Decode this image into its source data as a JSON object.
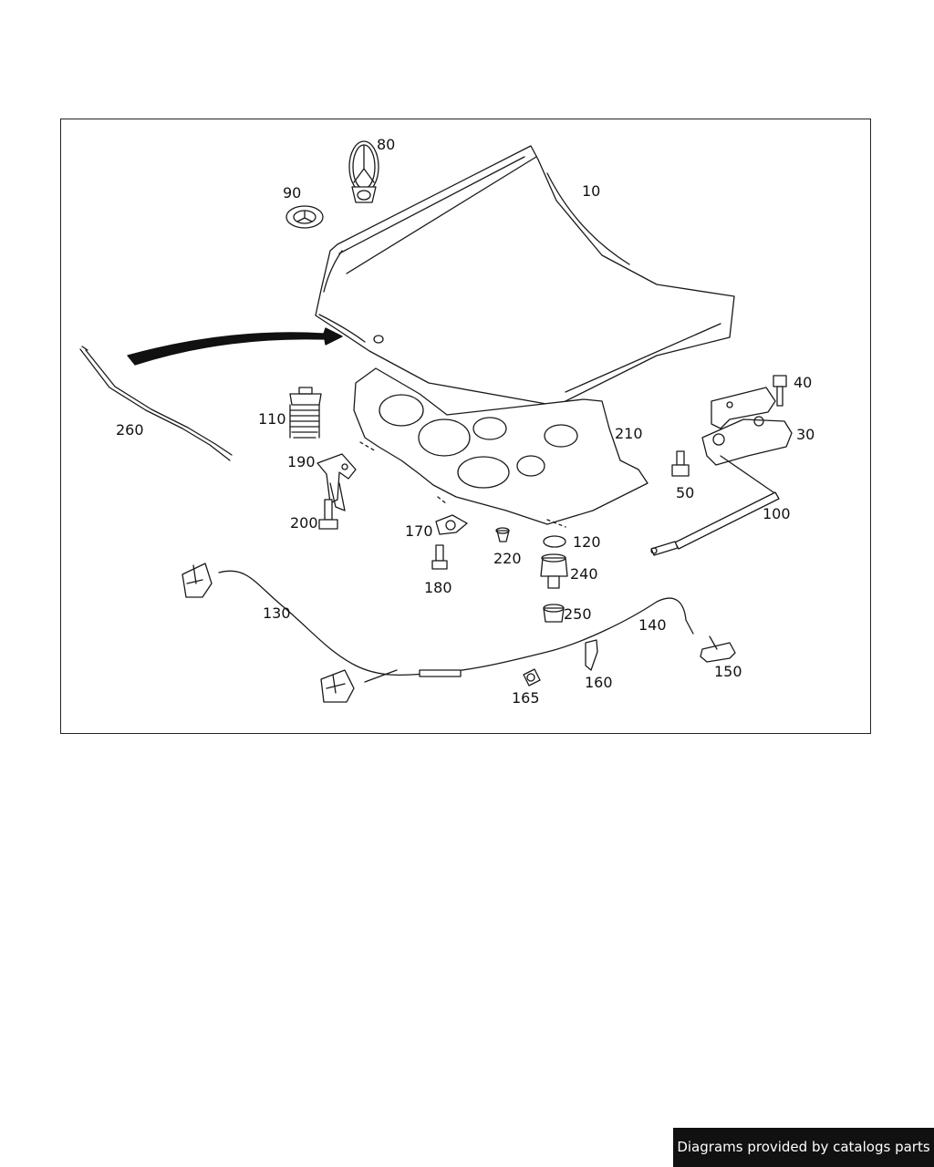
{
  "labels": {
    "l10": "10",
    "l30": "30",
    "l40": "40",
    "l50": "50",
    "l80": "80",
    "l90": "90",
    "l100": "100",
    "l110": "110",
    "l120": "120",
    "l130": "130",
    "l140": "140",
    "l150": "150",
    "l160": "160",
    "l165": "165",
    "l170": "170",
    "l180": "180",
    "l190": "190",
    "l200": "200",
    "l210": "210",
    "l220": "220",
    "l240": "240",
    "l250": "250",
    "l260": "260"
  },
  "footer": {
    "credit": "Diagrams provided by catalogs parts"
  },
  "colors": {
    "line": "#1a1a1a",
    "background": "#ffffff",
    "credit_bg": "#111111"
  }
}
